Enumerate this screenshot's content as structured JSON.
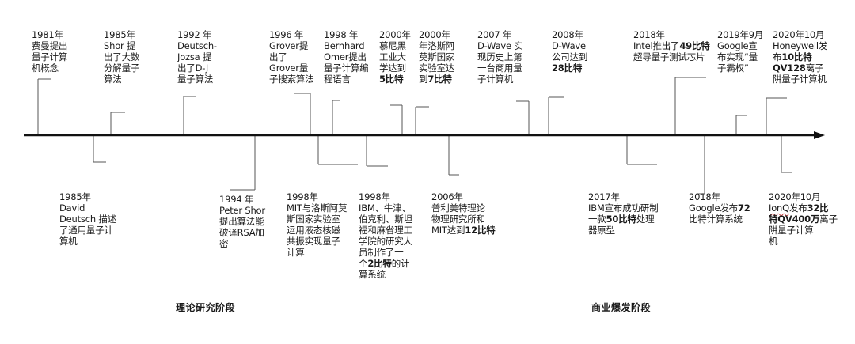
{
  "colors": {
    "axis": "#111111",
    "connector": "#555555",
    "text": "#1a1a1a"
  },
  "timeline": {
    "above": [
      {
        "year": "1981年",
        "lines": [
          "费曼提出",
          "量子计算",
          "机概念"
        ],
        "bold": []
      },
      {
        "year": "1985年",
        "lines": [
          "Shor 提",
          "出了大数",
          "分解量子",
          "算法"
        ],
        "bold": []
      },
      {
        "year": "1992 年",
        "lines": [
          "Deutsch-",
          "Jozsa 提",
          "出了D-J",
          "量子算法"
        ],
        "bold": []
      },
      {
        "year": "1996 年",
        "lines": [
          "Grover提",
          "出了",
          "Grover量",
          "子搜索算法"
        ],
        "bold": []
      },
      {
        "year": "1998 年",
        "lines": [
          "Bernhard",
          "Omer提出",
          "量子计算编",
          "程语言"
        ],
        "bold": []
      },
      {
        "year": "2000年",
        "lines": [
          "慕尼黑",
          "工业大",
          "学达到",
          "5比特"
        ],
        "bold": [
          "5比特"
        ]
      },
      {
        "year": "2000年",
        "lines": [
          "年洛斯阿",
          "莫斯国家",
          "实验室达",
          "到7比特"
        ],
        "bold": [
          "7比特"
        ]
      },
      {
        "year": "2007 年",
        "lines": [
          "D-Wave 实",
          "现历史上第",
          "一台商用量",
          "子计算机"
        ],
        "bold": []
      },
      {
        "year": "2008年",
        "lines": [
          "D-Wave",
          "公司达到",
          "28比特"
        ],
        "bold": [
          "28比特"
        ]
      },
      {
        "year": "2018年",
        "lines": [
          "Intel推出了49比特",
          "超导量子测试芯片"
        ],
        "bold": [
          "49比特"
        ]
      },
      {
        "year": "2019年9月",
        "lines": [
          "Google宣",
          "布实现“量",
          "子霸权”"
        ],
        "bold": []
      },
      {
        "year": "2020年10月",
        "lines": [
          "Honeywell发",
          "布10比特",
          "QV128离子",
          "阱量子计算机"
        ],
        "bold": [
          "10比特",
          "QV128"
        ]
      }
    ],
    "below": [
      {
        "year": "1985年",
        "lines": [
          "David",
          "Deutsch 描述",
          "了通用量子计",
          "算机"
        ],
        "bold": []
      },
      {
        "year": "1994 年",
        "lines": [
          "Peter Shor",
          "提出算法能",
          "破译RSA加",
          "密"
        ],
        "bold": []
      },
      {
        "year": "1998年",
        "lines": [
          "MIT与洛斯阿莫",
          "斯国家实验室",
          "运用液态核磁",
          "共振实现量子",
          "计算"
        ],
        "bold": []
      },
      {
        "year": "1998年",
        "lines": [
          "IBM、牛津、",
          "伯克利、斯坦",
          "福和麻省理工",
          "学院的研究人",
          "员制作了一",
          "个2比特的计",
          "算系统"
        ],
        "bold": [
          "2比特"
        ]
      },
      {
        "year": "2006年",
        "lines": [
          "普利美特理论",
          "物理研究所和",
          "MIT达到12比特"
        ],
        "bold": [
          "12比特"
        ]
      },
      {
        "year": "2017年",
        "lines": [
          "IBM宣布成功研制",
          "一款50比特处理",
          "器原型"
        ],
        "bold": [
          "50比特"
        ]
      },
      {
        "year": "2018年",
        "lines": [
          "Google发布72",
          "比特计算系统"
        ],
        "bold": [
          "72"
        ]
      },
      {
        "year": "2020年10月",
        "lines": [
          "IonQ发布32比",
          "特QV400万离子",
          "阱量子计算",
          "机"
        ],
        "bold": [
          "32比",
          "特QV400万"
        ]
      }
    ]
  },
  "phases": {
    "theory": "理论研究阶段",
    "commercial": "商业爆发阶段"
  }
}
